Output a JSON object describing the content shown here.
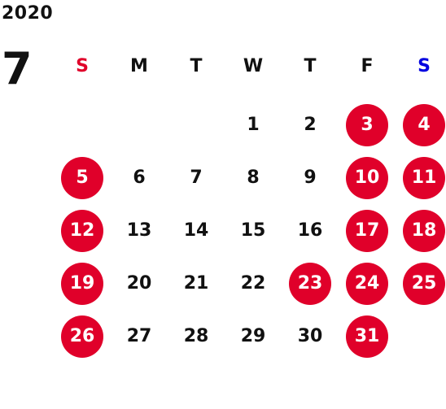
{
  "calendar": {
    "year": "2020",
    "month": "7",
    "weekdays": [
      {
        "label": "S",
        "color": "#e0002a"
      },
      {
        "label": "M",
        "color": "#111111"
      },
      {
        "label": "T",
        "color": "#111111"
      },
      {
        "label": "W",
        "color": "#111111"
      },
      {
        "label": "T",
        "color": "#111111"
      },
      {
        "label": "F",
        "color": "#111111"
      },
      {
        "label": "S",
        "color": "#0000e0"
      }
    ],
    "first_weekday_index": 3,
    "days": [
      {
        "label": "1",
        "highlight": false
      },
      {
        "label": "2",
        "highlight": false
      },
      {
        "label": "3",
        "highlight": true
      },
      {
        "label": "4",
        "highlight": true
      },
      {
        "label": "5",
        "highlight": true
      },
      {
        "label": "6",
        "highlight": false
      },
      {
        "label": "7",
        "highlight": false
      },
      {
        "label": "8",
        "highlight": false
      },
      {
        "label": "9",
        "highlight": false
      },
      {
        "label": "10",
        "highlight": true
      },
      {
        "label": "11",
        "highlight": true
      },
      {
        "label": "12",
        "highlight": true
      },
      {
        "label": "13",
        "highlight": false
      },
      {
        "label": "14",
        "highlight": false
      },
      {
        "label": "15",
        "highlight": false
      },
      {
        "label": "16",
        "highlight": false
      },
      {
        "label": "17",
        "highlight": true
      },
      {
        "label": "18",
        "highlight": true
      },
      {
        "label": "19",
        "highlight": true
      },
      {
        "label": "20",
        "highlight": false
      },
      {
        "label": "21",
        "highlight": false
      },
      {
        "label": "22",
        "highlight": false
      },
      {
        "label": "23",
        "highlight": true
      },
      {
        "label": "24",
        "highlight": true
      },
      {
        "label": "25",
        "highlight": true
      },
      {
        "label": "26",
        "highlight": true
      },
      {
        "label": "27",
        "highlight": false
      },
      {
        "label": "28",
        "highlight": false
      },
      {
        "label": "29",
        "highlight": false
      },
      {
        "label": "30",
        "highlight": false
      },
      {
        "label": "31",
        "highlight": true
      }
    ],
    "colors": {
      "highlight_bg": "#e0002a",
      "highlight_text": "#ffffff",
      "text": "#111111"
    }
  }
}
